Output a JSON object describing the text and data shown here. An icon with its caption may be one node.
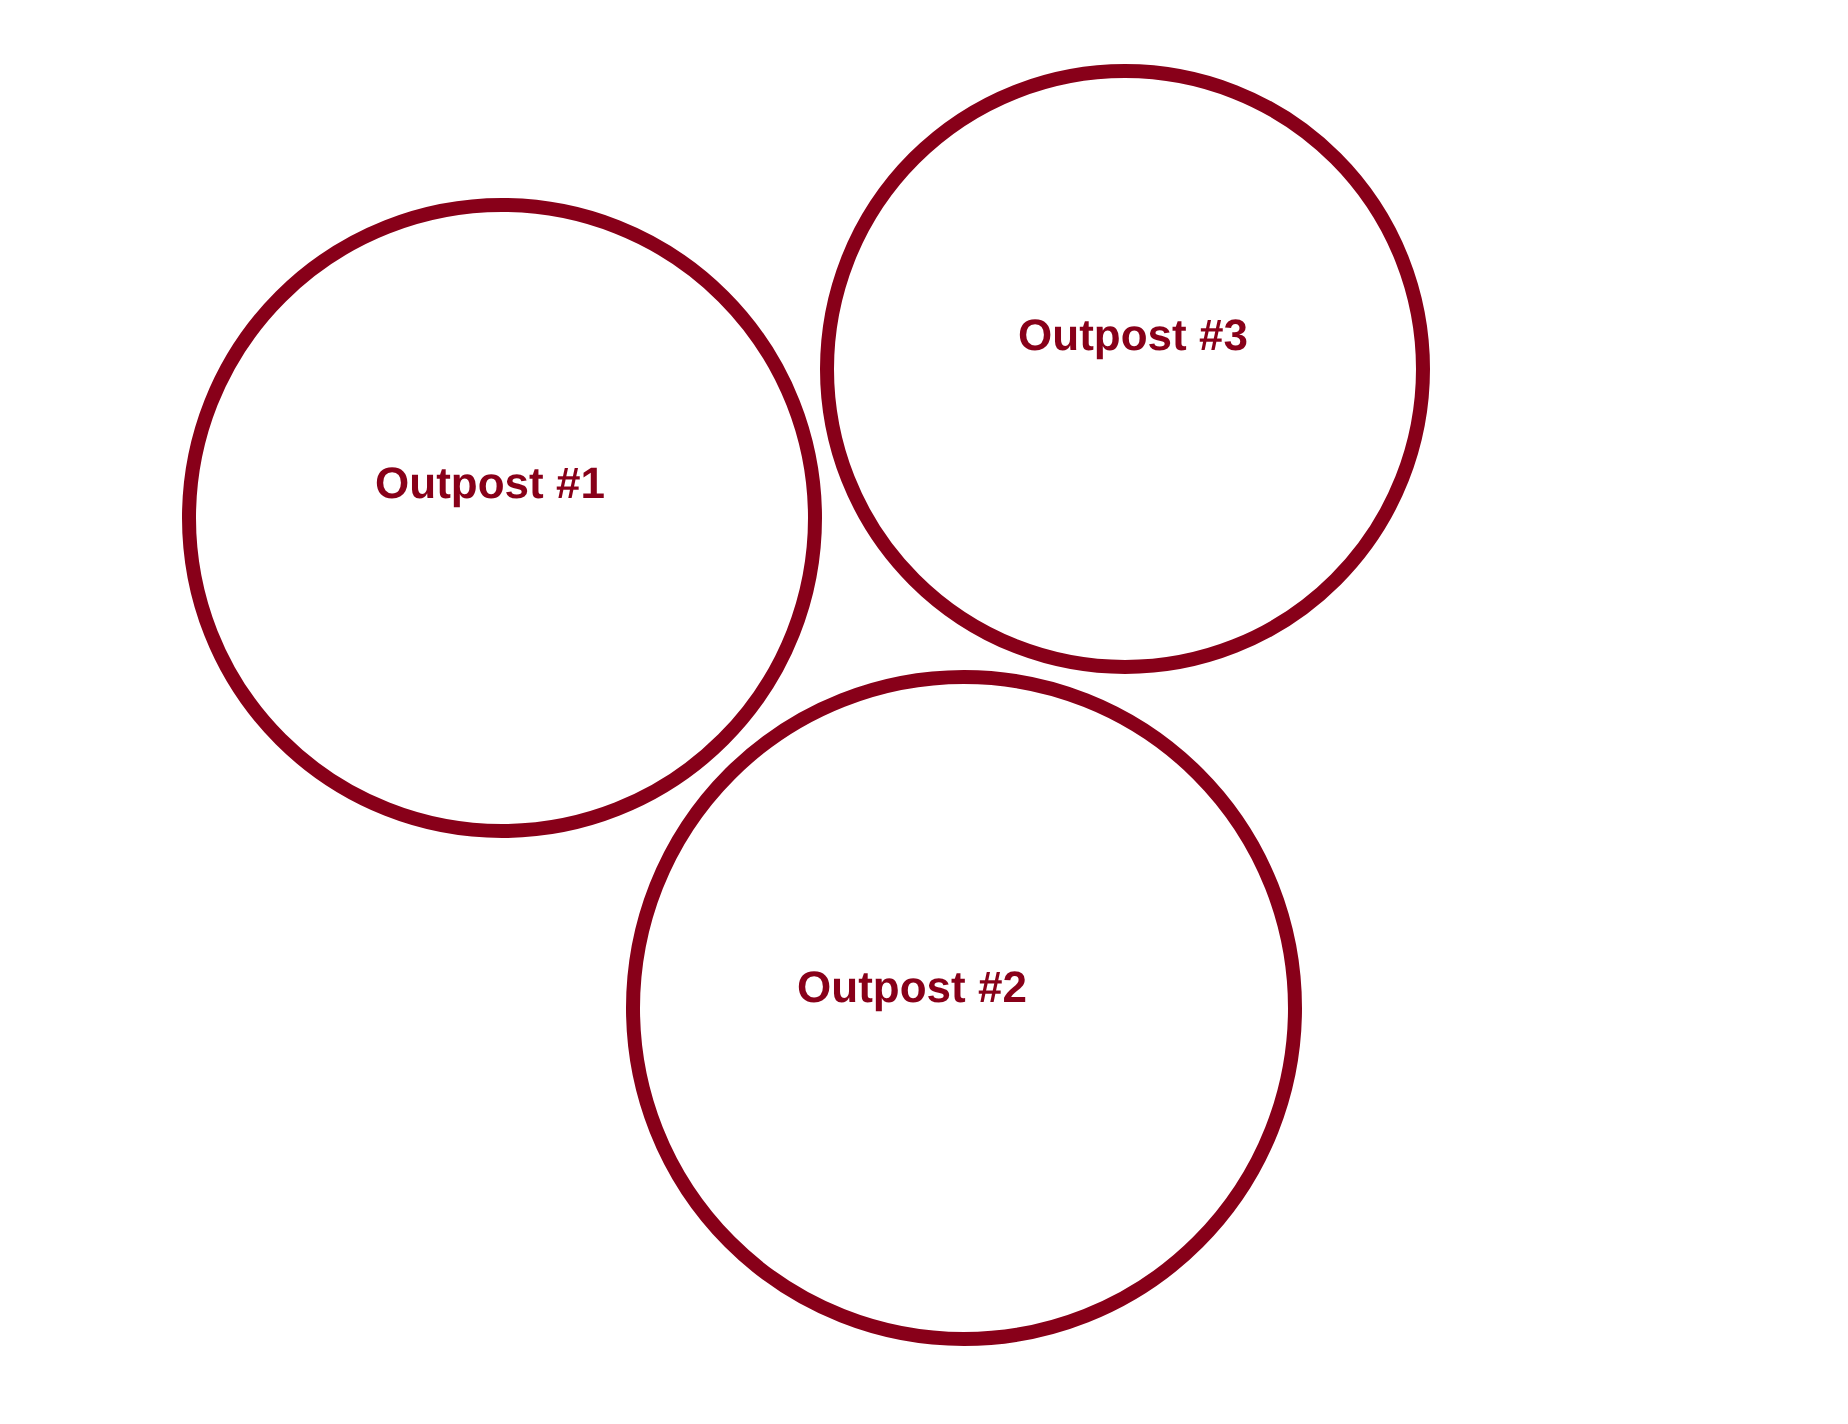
{
  "diagram": {
    "nodes": [
      {
        "text": [
          "Outpost #1"
        ]
      },
      {
        "text": [
          "Outpost #3"
        ]
      },
      {
        "text": [
          "Outpost #2"
        ]
      }
    ]
  }
}
